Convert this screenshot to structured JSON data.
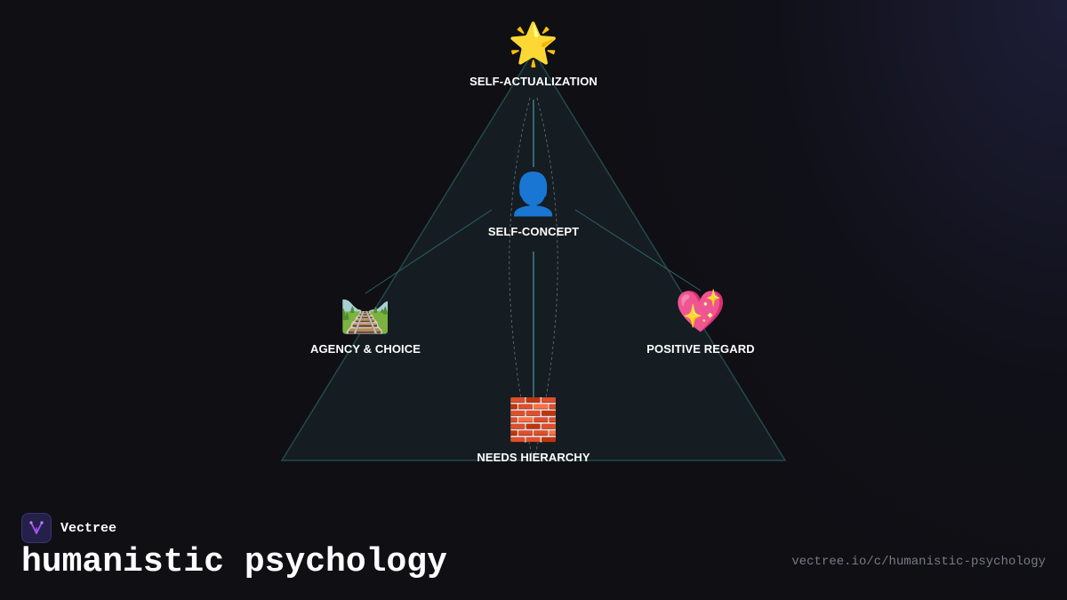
{
  "nodes": [
    {
      "id": "self-actualization",
      "emoji": "🌟",
      "label": "SELF-ACTUALIZATION"
    },
    {
      "id": "self-concept",
      "emoji": "👤",
      "label": "SELF-CONCEPT"
    },
    {
      "id": "agency-choice",
      "emoji": "🛤️",
      "label": "AGENCY & CHOICE"
    },
    {
      "id": "positive-regard",
      "emoji": "💖",
      "label": "POSITIVE REGARD"
    },
    {
      "id": "needs-hierarchy",
      "emoji": "🧱",
      "label": "NEEDS HIERARCHY"
    }
  ],
  "brand": {
    "name": "Vectree"
  },
  "title": "humanistic psychology",
  "url": "vectree.io/c/humanistic-psychology",
  "colors": {
    "background": "#0f0f14",
    "triangle_fill": "#151d22",
    "triangle_stroke": "#23494c",
    "connector": "#3f7f86",
    "dashed": "#8a8f99",
    "brand_accent": "#a855f7"
  }
}
